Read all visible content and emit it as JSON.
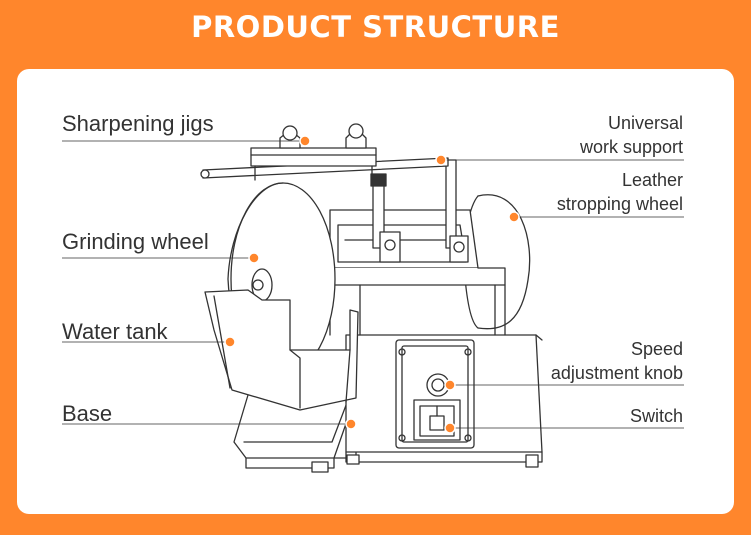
{
  "title": "PRODUCT STRUCTURE",
  "colors": {
    "accent": "#FF862C",
    "panel": "#FFFFFF",
    "text": "#333333",
    "drawing_stroke": "#333333"
  },
  "labels": {
    "sharpening_jigs": "Sharpening jigs",
    "grinding_wheel": "Grinding wheel",
    "water_tank": "Water tank",
    "base": "Base",
    "universal_work_support_line1": "Universal",
    "universal_work_support_line2": "work support",
    "leather_stropping_wheel_line1": "Leather",
    "leather_stropping_wheel_line2": "stropping wheel",
    "speed_knob_line1": "Speed",
    "speed_knob_line2": "adjustment knob",
    "switch": "Switch"
  }
}
